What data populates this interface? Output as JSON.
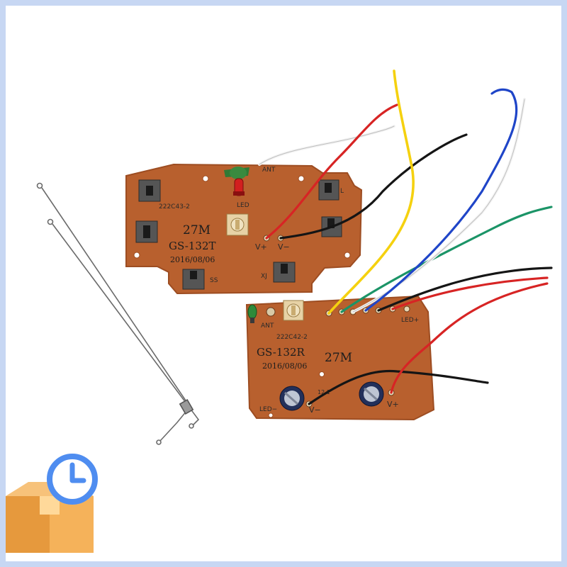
{
  "transmitter": {
    "part_code": "222C43-2",
    "freq": "27M",
    "model": "GS-132T",
    "date": "2016/08/06",
    "labels": {
      "ant": "ANT",
      "led": "LED",
      "vplus": "V+",
      "vminus": "V−",
      "ss": "SS",
      "xj": "XJ",
      "l": "L"
    }
  },
  "receiver": {
    "part_code": "222C42-2",
    "freq": "27M",
    "model": "GS-132R",
    "date": "2016/08/06",
    "labels": {
      "ant": "ANT",
      "led_plus": "LED+",
      "led_minus": "LED−",
      "vplus": "V+",
      "vminus": "V−",
      "twelve": "12 1"
    }
  },
  "badge": {
    "icons": [
      "package-icon",
      "clock-icon"
    ],
    "colors": {
      "box": "#f5b25a",
      "box_shade": "#e6993d",
      "clock_ring": "#4f8df0",
      "clock_face": "#ffffff"
    }
  },
  "colors": {
    "frame": "#c7d7f3",
    "pcb": "#b8602e",
    "pcb_edge": "#9d4d22"
  }
}
